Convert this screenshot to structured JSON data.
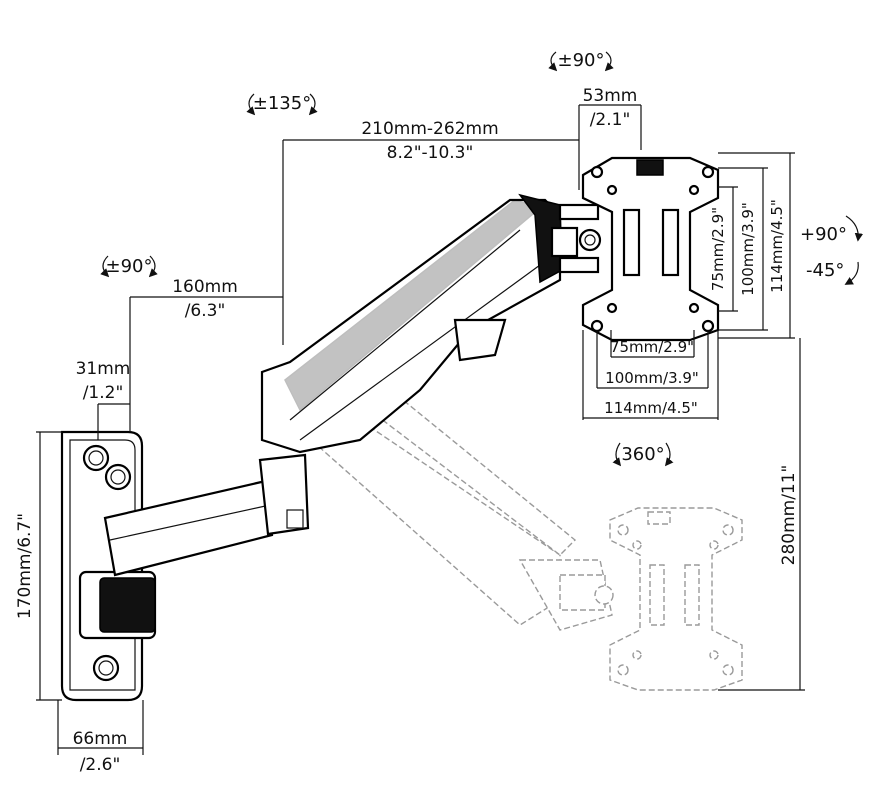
{
  "rotation_labels": {
    "top_plate": "±90°",
    "arm": "±135°",
    "wall_joint": "±90°",
    "plate_tilt_up": "+90°",
    "plate_tilt_down": "-45°",
    "swivel": "360°"
  },
  "dimensions": {
    "plate_offset_mm": "53mm",
    "plate_offset_in": "/2.1\"",
    "arm_length_mm": "210mm-262mm",
    "arm_length_in": "8.2\"-10.3\"",
    "lower_arm_mm": "160mm",
    "lower_arm_in": "/6.3\"",
    "joint_offset_mm": "31mm",
    "joint_offset_in": "/1.2\"",
    "wall_plate_height": "170mm/6.7\"",
    "wall_plate_width_mm": "66mm",
    "wall_plate_width_in": "/2.6\"",
    "vesa_75_v": "75mm/2.9\"",
    "vesa_100_v": "100mm/3.9\"",
    "vesa_114_v": "114mm/4.5\"",
    "vesa_75_h": "75mm/2.9\"",
    "vesa_100_h": "100mm/3.9\"",
    "vesa_114_h": "114mm/4.5\"",
    "height_travel": "280mm/11\""
  }
}
